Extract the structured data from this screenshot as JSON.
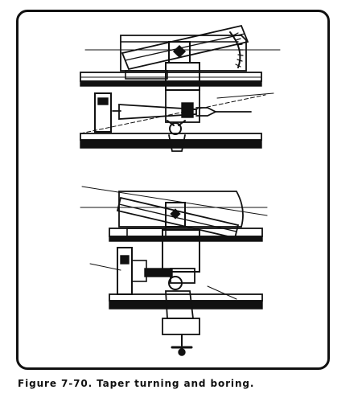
{
  "figure": {
    "caption": "Figure 7-70. Taper turning and boring.",
    "illustrations": [
      {
        "subject": "taper attachment set up for turning between centers"
      },
      {
        "subject": "taper attachment set up for boring with chuck"
      }
    ]
  },
  "colors": {
    "ink": "#111111",
    "paper": "#ffffff"
  }
}
